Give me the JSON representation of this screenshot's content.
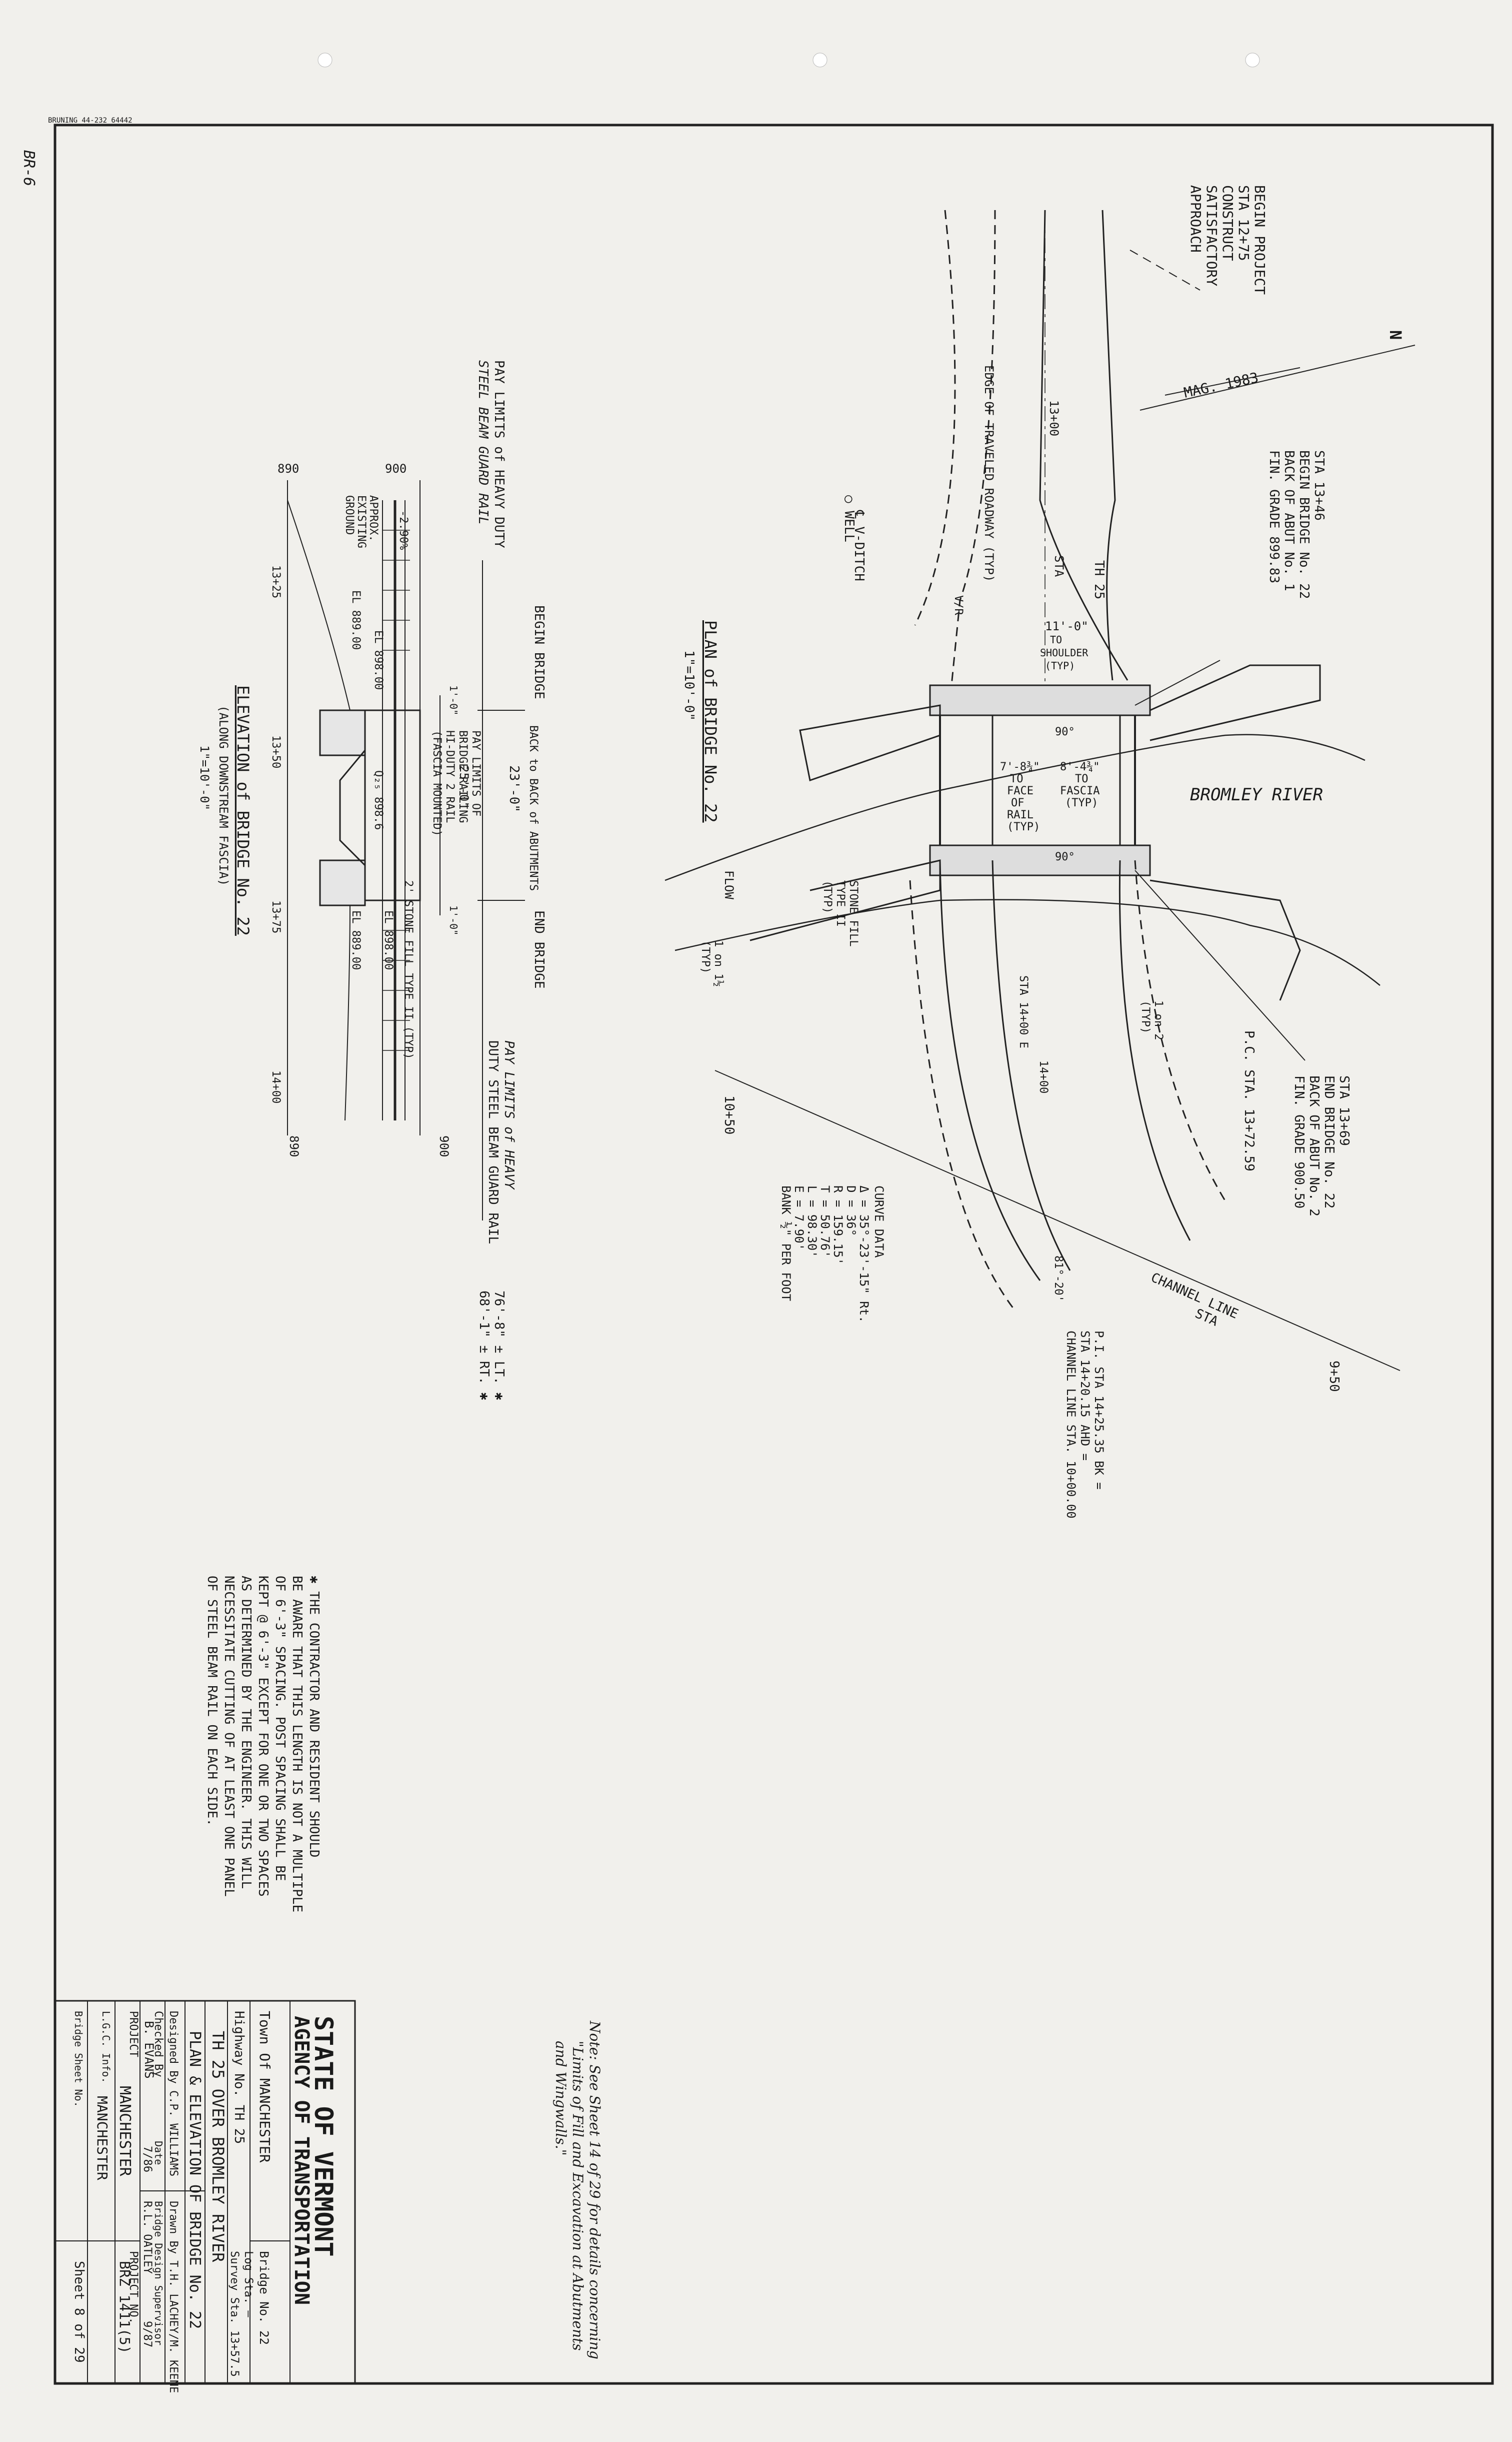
{
  "header": {
    "stamp": "BRUNING 44-232 64442",
    "sheet_code": "BR-6"
  },
  "plan": {
    "title": "PLAN of BRIDGE No. 22",
    "scale": "1\"=10'-0\"",
    "north_arrow": "N",
    "mag_label": "MAG. 1983",
    "begin_project": [
      "BEGIN PROJECT",
      "STA 12+75",
      "CONSTRUCT",
      "SATISFACTORY",
      "APPROACH"
    ],
    "begin_bridge_callout": [
      "STA 13+46",
      "BEGIN BRIDGE No. 22",
      "BACK OF ABUT No. 1",
      "FIN. GRADE 899.83"
    ],
    "end_bridge_callout": [
      "STA 13+69",
      "END BRIDGE No. 22",
      "BACK OF ABUT No. 2",
      "FIN. GRADE 900.50"
    ],
    "edge_traveled": "EDGE OF TRAVELED ROADWAY (TYP)",
    "station_13_00": "13+00",
    "th25": "TH 25",
    "sta": "STA",
    "v_ditch": "℄ V-DITCH",
    "well": "○ WELL",
    "vr": "V/R",
    "shoulder": [
      "11'-0\"",
      "TO",
      "SHOULDER",
      "(TYP)"
    ],
    "face_of_rail": [
      "7'-8¾\"",
      "TO",
      "FACE",
      "OF",
      "RAIL",
      "(TYP)"
    ],
    "fascia": [
      "8'-4¾\"",
      "TO",
      "FASCIA",
      "(TYP)"
    ],
    "deg90": "90°",
    "river": "BROMLEY RIVER",
    "flow": "FLOW",
    "stone_fill": [
      "STONE FILL",
      "TYPE II",
      "(TYP)"
    ],
    "slope_left": [
      "1 on 1½",
      "(TYP)"
    ],
    "slope_right": [
      "1 on 2",
      "(TYP)"
    ],
    "sta_14_00_e": "STA 14+00 E",
    "station_14_00": "14+00",
    "pc": "P.C. STA. 13+72.59",
    "angle": "81°-20'",
    "channel_line": [
      "CHANNEL LINE",
      "STA"
    ],
    "sta_10_50": "10+50",
    "sta_9_50": "9+50",
    "pi": [
      "P.I. STA 14+25.35 BK =",
      "STA 14+20.15 AHD =",
      "CHANNEL LINE STA. 10+00.00"
    ],
    "curve_data": [
      "CURVE DATA",
      "Δ = 35°-23'-15\" Rt.",
      "D = 36°",
      "R = 159.15'",
      "T = 50.76'",
      "L = 98.30'",
      "E = 7.90'",
      "BANK ½\" PER FOOT"
    ]
  },
  "elevation": {
    "title": "ELEVATION of BRIDGE No. 22",
    "subtitle": "(ALONG DOWNSTREAM FASCIA)",
    "scale": "1\"=10'-0\"",
    "pay_limits_top": [
      "PAY LIMITS of HEAVY DUTY",
      "STEEL BEAM GUARD RAIL"
    ],
    "pay_limits_bottom": [
      "PAY LIMITS of HEAVY",
      "DUTY STEEL BEAM GUARD RAIL"
    ],
    "rail_left": "76'-8\" ± LT. ✱",
    "rail_right": "68'-1\" ± RT. ✱",
    "begin_bridge": "BEGIN BRIDGE",
    "end_bridge": "END BRIDGE",
    "span": "23'-0\"",
    "back_to_back": "BACK to BACK of ABUTMENTS",
    "span_25": "25'-0\"",
    "one_foot": "1'-0\"",
    "bridge_rail_pay": [
      "PAY LIMITS OF",
      "BRIDGE RAILING",
      "HI-DUTY 2 RAIL",
      "(FASCIA MOUNTED)"
    ],
    "grade_pct": "-2.90%",
    "ground": [
      "APPROX.",
      "EXISTING",
      "GROUND"
    ],
    "el_898_a": "EL 898.00",
    "el_889_a": "EL 889.00",
    "el_898_b": "EL 898.00",
    "el_889_b": "EL 889.00",
    "q25": "Q₂₅ 898.6",
    "stone_fill": "2' STONE FILL TYPE II (TYP)",
    "elev_900_top": "900",
    "elev_890_top": "890",
    "elev_900_bot": "900",
    "elev_890_bot": "890",
    "stations": [
      "13+25",
      "13+50",
      "13+75",
      "14+00"
    ]
  },
  "notes": {
    "contractor": [
      "✱ THE CONTRACTOR AND RESIDENT SHOULD",
      "BE AWARE THAT THIS LENGTH IS NOT A MULTIPLE",
      "OF 6'-3\" SPACING. POST SPACING SHALL BE",
      "KEPT @ 6'-3\" EXCEPT FOR ONE OR TWO SPACES",
      "AS DETERMINED BY THE ENGINEER. THIS WILL",
      "NECESSITATE CUTTING OF AT LEAST ONE PANEL",
      "OF STEEL BEAM RAIL ON EACH SIDE."
    ],
    "see_sheet": [
      "Note: See Sheet 14 of 29 for details concerning",
      "\"Limits of Fill and Excavation at Abutments",
      "and Wingwalls.\""
    ]
  },
  "title_block": {
    "state": "STATE OF VERMONT",
    "agency": "AGENCY OF TRANSPORTATION",
    "town": "Town Of MANCHESTER",
    "bridge_no": "Bridge No. 22",
    "highway": "Highway No. TH 25",
    "log_sta": "Log Sta. —",
    "survey_sta": "Survey Sta. 13+57.5",
    "project_title": "TH 25 OVER BROMLEY RIVER",
    "sheet_title": "PLAN & ELEVATION OF BRIDGE No. 22",
    "designed": "Designed By C.P. WILLIAMS",
    "drawn": "Drawn By T.H. LACHEY/M. KEENE",
    "checked": "Checked By",
    "checker": "B. EVANS",
    "date_label": "Date",
    "date_checked": "7/86",
    "supervisor_label": "Bridge Design Supervisor",
    "supervisor": "R.L. OATLEY",
    "date_sup": "9/87",
    "project_label": "PROJECT",
    "project_name": "MANCHESTER",
    "project_no_label": "PROJECT NO.",
    "project_no": "BRZ 1411(5)",
    "lgc": "L.G.C. Info.",
    "bridge_sheet": "Bridge Sheet No.",
    "lgc_value": "MANCHESTER",
    "sheet": "Sheet 8 of 29"
  }
}
